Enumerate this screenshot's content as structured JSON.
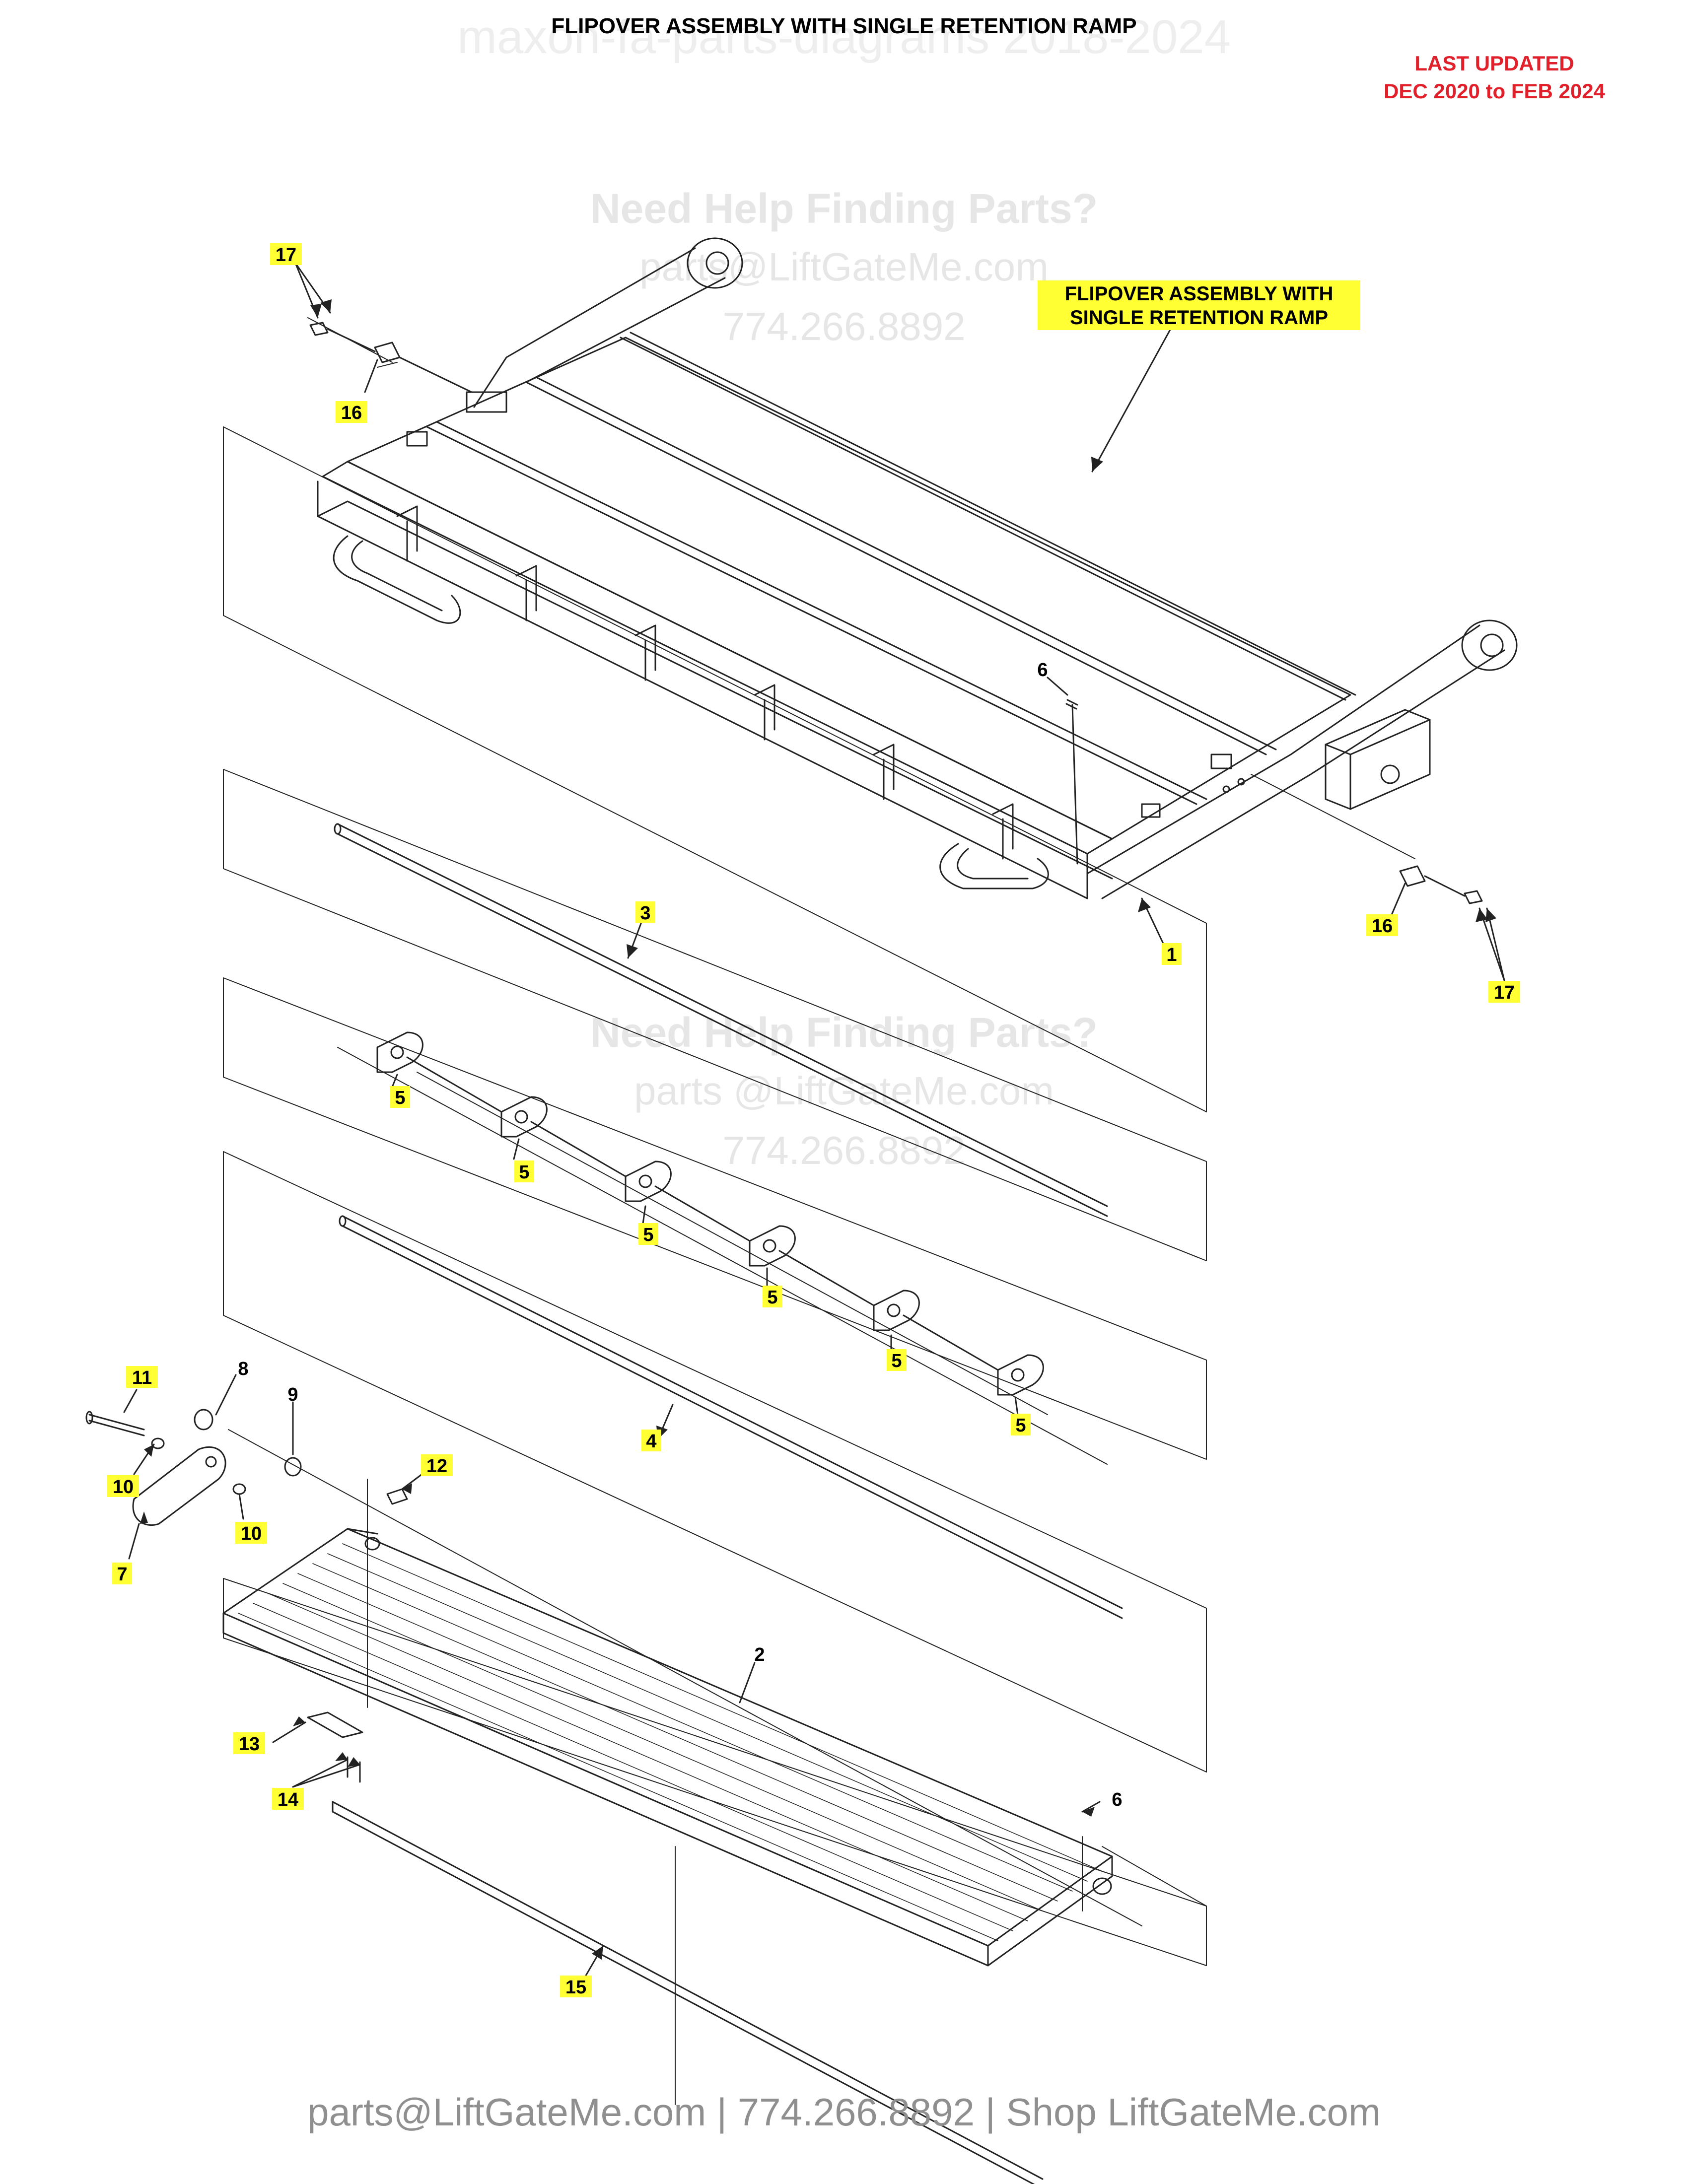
{
  "header": {
    "title": "FLIPOVER ASSEMBLY WITH SINGLE RETENTION RAMP",
    "updated_line1": "LAST UPDATED",
    "updated_line2": "DEC 2020 to FEB 2024"
  },
  "watermark": {
    "top": "maxon-fa-parts-diagrams 2018-2024",
    "help": "Need Help Finding Parts?",
    "email": "parts@LiftGateMe.com",
    "email_alt": "parts @LiftGateMe.com",
    "phone": "774.266.8892"
  },
  "assembly_label": {
    "line1": "FLIPOVER ASSEMBLY WITH",
    "line2": "SINGLE RETENTION RAMP"
  },
  "callouts": {
    "p17a": "17",
    "p16a": "16",
    "p6a": "6",
    "p1": "1",
    "p16b": "16",
    "p17b": "17",
    "p3": "3",
    "p5a": "5",
    "p5b": "5",
    "p5c": "5",
    "p5d": "5",
    "p5e": "5",
    "p5f": "5",
    "p4": "4",
    "p11": "11",
    "p8": "8",
    "p9": "9",
    "p10a": "10",
    "p10b": "10",
    "p7": "7",
    "p12": "12",
    "p2": "2",
    "p13": "13",
    "p14": "14",
    "p6b": "6",
    "p15": "15"
  },
  "colors": {
    "highlight": "#ffff33",
    "updated_red": "#e0202a",
    "line": "#222222"
  },
  "footer": {
    "text": "parts@LiftGateMe.com | 774.266.8892 | Shop LiftGateMe.com"
  }
}
